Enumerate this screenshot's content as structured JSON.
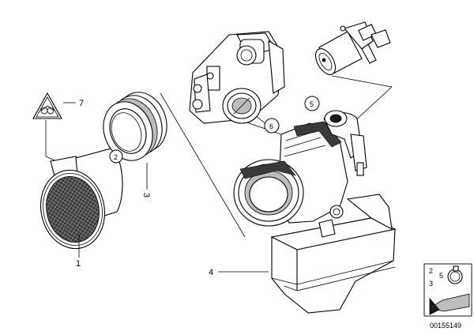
{
  "diagram": {
    "part_numbers": {
      "p1": "1",
      "p2": "2",
      "p3": "3",
      "p4": "4",
      "p5": "5",
      "p6": "6",
      "p7": "7"
    },
    "legend_box": {
      "n2": "2",
      "n5": "5",
      "n3": "3"
    },
    "drawing_id": "00155149"
  }
}
